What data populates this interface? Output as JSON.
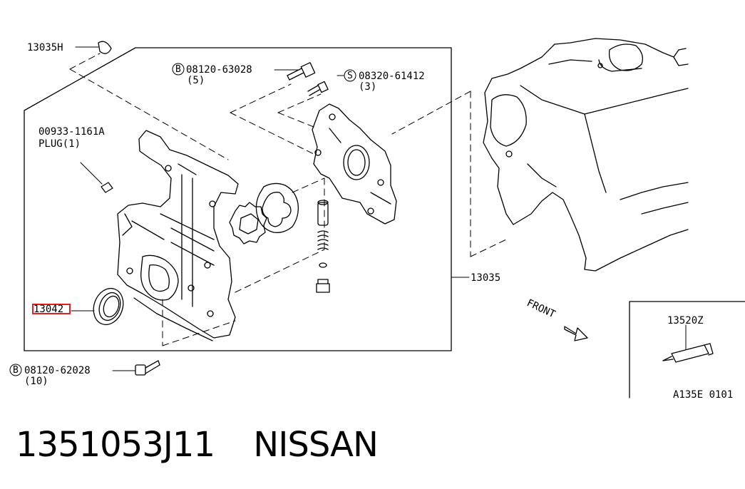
{
  "callouts": {
    "c13035H": "13035H",
    "bolt_b1": "08120-63028",
    "bolt_b1_qty": "(5)",
    "bolt_s": "08320-61412",
    "bolt_s_qty": "(3)",
    "plug_code": "00933-1161A",
    "plug_label": "PLUG(1)",
    "c13035": "13035",
    "c13042": "13042",
    "bolt_b2": "08120-62028",
    "bolt_b2_qty": "(10)",
    "c13520Z": "13520Z",
    "code": "A135E 0101",
    "front": "FRONT",
    "badge_b": "B",
    "badge_s": "S"
  },
  "highlight_color": "#e02020",
  "footer": {
    "part_number": "1351053J11",
    "brand": "NISSAN"
  }
}
